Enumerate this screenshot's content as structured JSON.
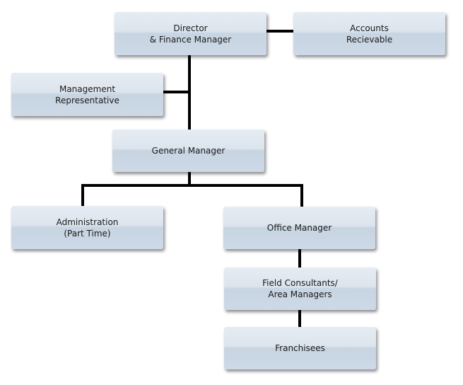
{
  "nodes": {
    "director": {
      "line1": "Director",
      "line2": "& Finance Manager"
    },
    "accounts": {
      "line1": "Accounts",
      "line2": "Recievable"
    },
    "management": {
      "line1": "Management",
      "line2": "Representative"
    },
    "general": {
      "line1": "General Manager"
    },
    "administration": {
      "line1": "Administration",
      "line2": "(Part Time)"
    },
    "office": {
      "line1": "Office Manager"
    },
    "field": {
      "line1": "Field Consultants/",
      "line2": "Area Managers"
    },
    "franchisees": {
      "line1": "Franchisees"
    }
  },
  "colors": {
    "connector": "#000000",
    "box_top": "#e6ecf3",
    "box_bottom": "#c7d4e2"
  }
}
